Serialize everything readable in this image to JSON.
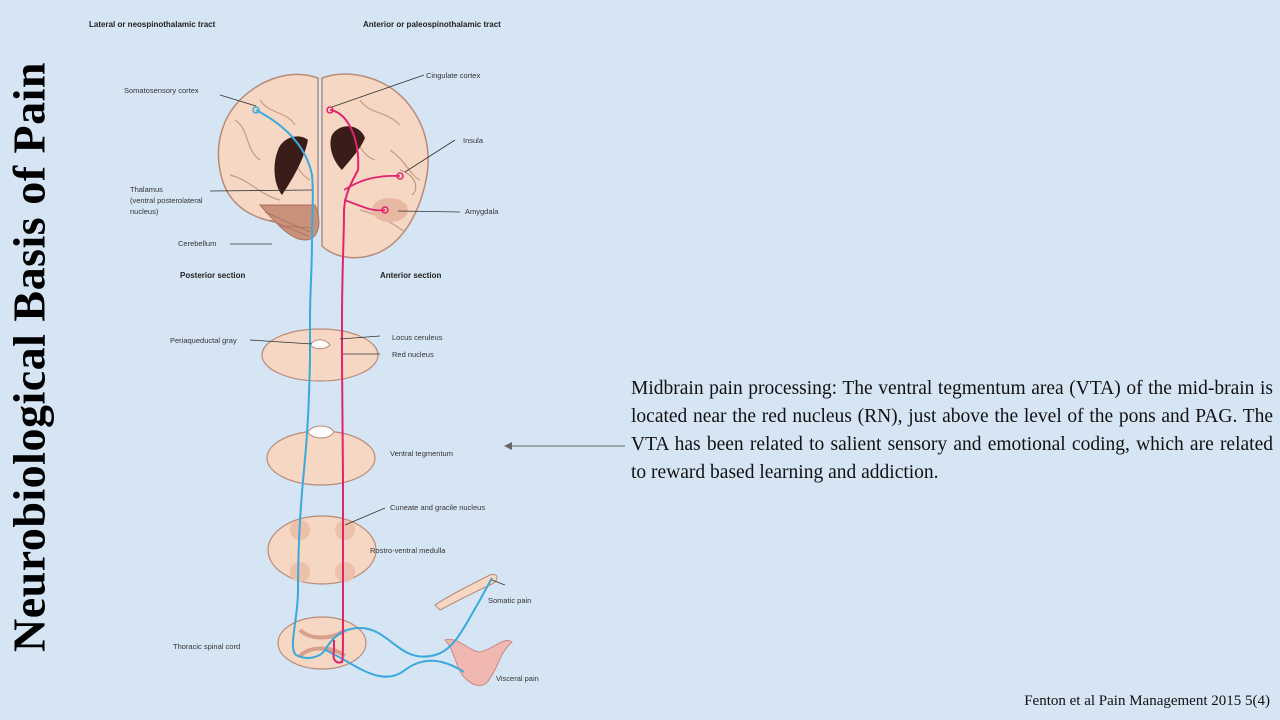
{
  "slide": {
    "title": "Neurobiological Basis of Pain",
    "caption": "Midbrain pain processing: The ventral tegmentum area (VTA) of the mid-brain is located near the red nucleus (RN), just above the level of the pons and PAG. The VTA has been related to salient sensory and emotional coding, which are related to reward based learning and addiction.",
    "citation": "Fenton et al Pain Management 2015 5(4)"
  },
  "figure": {
    "headers": {
      "lateral": "Lateral or neospinothalamic tract",
      "anterior": "Anterior or paleospinothalamic tract"
    },
    "labels": {
      "somatosensory_cortex": "Somatosensory cortex",
      "cingulate_cortex": "Cingulate cortex",
      "insula": "Insula",
      "thalamus_1": "Thalamus",
      "thalamus_2": "(ventral posterolateral",
      "thalamus_3": "nucleus)",
      "amygdala": "Amygdala",
      "cerebellum": "Cerebellum",
      "posterior_section": "Posterior section",
      "anterior_section": "Anterior section",
      "periaqueductal_gray": "Periaqueductal gray",
      "locus_ceruleus": "Locus ceruleus",
      "red_nucleus": "Red nucleus",
      "ventral_tegmentum": "Ventral tegmentum",
      "cuneate_gracile": "Cuneate and gracile nucleus",
      "rostro_ventral_medulla": "Rostro-ventral medulla",
      "somatic_pain": "Somatic pain",
      "thoracic_spinal_cord": "Thoracic spinal cord",
      "visceral_pain": "Visceral pain"
    },
    "colors": {
      "background": "#d5e5f4",
      "lateral_tract": "#3aa9dc",
      "anterior_tract": "#e0246f",
      "tissue": "#f6d7c4",
      "tissue_outline": "#b98a78",
      "ventricle": "#3a1c18"
    }
  }
}
